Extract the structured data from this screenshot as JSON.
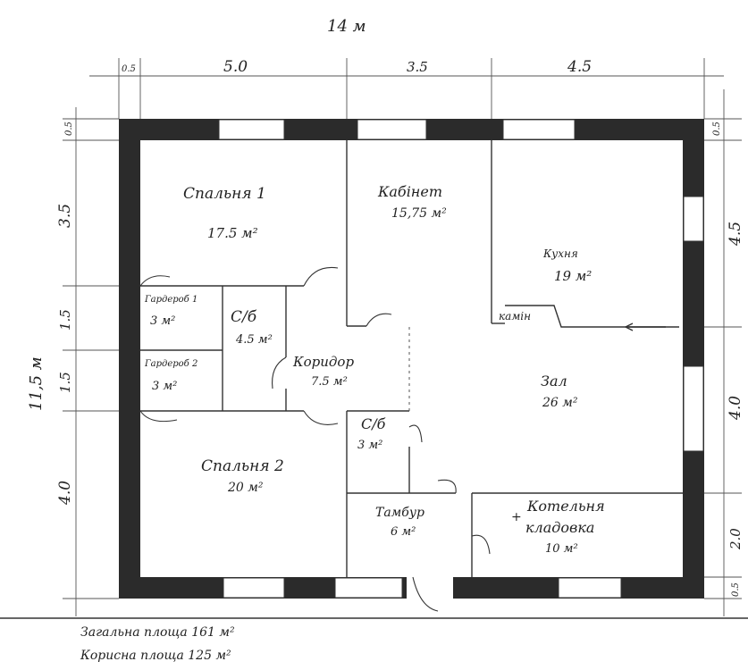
{
  "dimensions": {
    "total_width": "14 м",
    "total_height": "11,5 м",
    "top": [
      "0.5",
      "5.0",
      "3.5",
      "4.5"
    ],
    "left": [
      "0.5",
      "3.5",
      "1.5",
      "1.5",
      "4.0"
    ],
    "right": [
      "0.5",
      "4.5",
      "4.0",
      "2.0",
      "0.5"
    ]
  },
  "rooms": [
    {
      "name": "Спальня 1",
      "area": "17.5 м²"
    },
    {
      "name": "Кабінет",
      "area": "15,75 м²"
    },
    {
      "name": "Кухня",
      "area": "19 м²"
    },
    {
      "name": "Гардероб 1",
      "area": "3 м²"
    },
    {
      "name": "Гардероб 2",
      "area": "3 м²"
    },
    {
      "name": "С/б",
      "area": "4.5 м²"
    },
    {
      "name": "Коридор",
      "area": "7.5 м²"
    },
    {
      "name": "С/б",
      "area": "3 м²"
    },
    {
      "name": "Зал",
      "area": "26 м²"
    },
    {
      "name": "Спальня 2",
      "area": "20 м²"
    },
    {
      "name": "Тамбур",
      "area": "6 м²"
    },
    {
      "name": "Котельня",
      "area": ""
    },
    {
      "name": "кладовка",
      "area": "10 м²"
    }
  ],
  "labels": {
    "fireplace": "камін"
  },
  "summary": {
    "total_area": "Загальна площа 161 м²",
    "useful_area": "Корисна площа 125 м²"
  }
}
